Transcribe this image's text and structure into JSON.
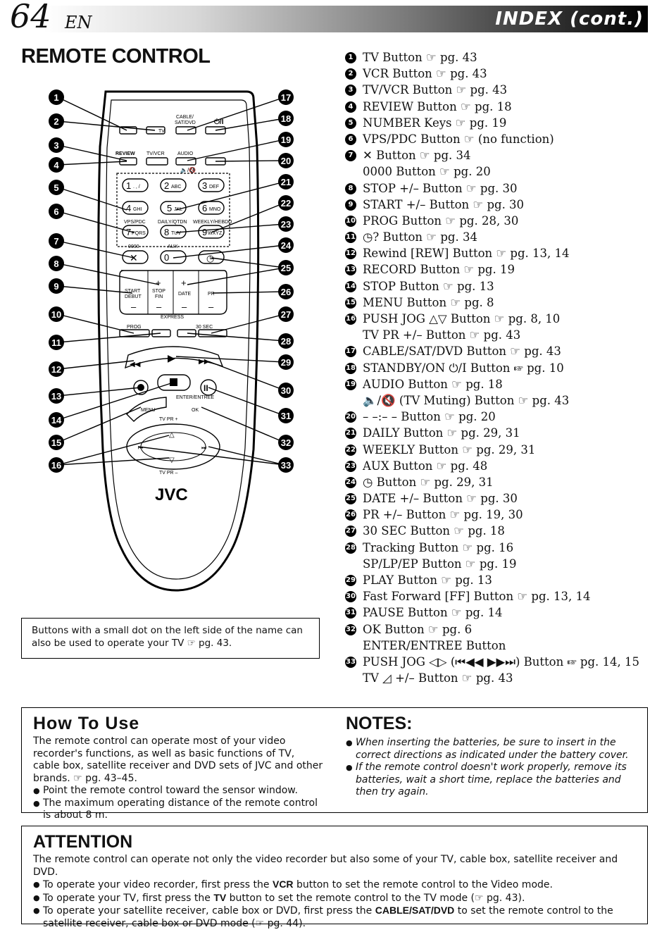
{
  "header": {
    "page_number": "64",
    "lang": "EN",
    "title": "INDEX (cont.)"
  },
  "section_title": "REMOTE CONTROL",
  "remote": {
    "brand": "JVC",
    "labels": {
      "tv": "TV",
      "cable": "CABLE/",
      "sat_dvd": "SAT/DVD",
      "review": "REVIEW",
      "tvvcr": "TV/VCR",
      "audio": "AUDIO",
      "vps": "VPS/PDC",
      "daily": "DAILY/QTDN",
      "weekly": "WEEKLY/HEBDO",
      "code": "0000",
      "aux": "AUX",
      "start": "START",
      "debut": "DEBUT",
      "stop": "STOP",
      "fin": "FIN",
      "date": "DATE",
      "pr": "PR",
      "express": "EXPRESS",
      "prog": "PROG",
      "sec30": "30 SEC",
      "menu": "MENU",
      "enter": "ENTER/ENTREE",
      "ok": "OK",
      "tvpr_plus": "TV PR +",
      "tvpr_minus": "TV PR –",
      "k1": "1",
      "k2": "2",
      "k3": "3",
      "k4": "4",
      "k5": "5",
      "k6": "6",
      "k7": "7",
      "k8": "8",
      "k9": "9",
      "k0": "0",
      "s1": ". , /",
      "s2": "ABC",
      "s3": "DEF",
      "s4": "GHI",
      "s5": "JKL",
      "s6": "MNO",
      "s7": "PQRS",
      "s8": "TUV",
      "s9": "WXYZ",
      "n3": "3",
      "n4": "4",
      "n1": "1"
    },
    "callouts_left": [
      "1",
      "2",
      "3",
      "4",
      "5",
      "6",
      "7",
      "8",
      "9",
      "10",
      "11",
      "12",
      "13",
      "14",
      "15",
      "16"
    ],
    "callouts_right": [
      "17",
      "18",
      "19",
      "20",
      "21",
      "22",
      "23",
      "24",
      "25",
      "26",
      "27",
      "28",
      "29",
      "30",
      "31",
      "32",
      "33"
    ]
  },
  "note_box": "Buttons with a small dot on the left side of the name can also be used to operate your TV ☞ pg. 43.",
  "index": [
    {
      "n": "1",
      "text": "TV Button ☞ pg. 43"
    },
    {
      "n": "2",
      "text": "VCR Button ☞ pg. 43"
    },
    {
      "n": "3",
      "text": "TV/VCR Button ☞ pg. 43"
    },
    {
      "n": "4",
      "text": "REVIEW Button ☞ pg. 18"
    },
    {
      "n": "5",
      "text": "NUMBER Keys ☞ pg. 19"
    },
    {
      "n": "6",
      "text": "VPS/PDC Button ☞ (no function)"
    },
    {
      "n": "7",
      "text": "✕ Button ☞ pg. 34"
    },
    {
      "n": "",
      "text": "0000 Button ☞ pg. 20"
    },
    {
      "n": "8",
      "text": "STOP +/– Button ☞ pg. 30"
    },
    {
      "n": "9",
      "text": "START +/– Button ☞ pg. 30"
    },
    {
      "n": "10",
      "text": "PROG Button ☞ pg. 28, 30"
    },
    {
      "n": "11",
      "text": "◷? Button ☞ pg. 34"
    },
    {
      "n": "12",
      "text": "Rewind [REW] Button ☞ pg. 13, 14"
    },
    {
      "n": "13",
      "text": "RECORD Button ☞ pg. 19"
    },
    {
      "n": "14",
      "text": "STOP Button ☞ pg. 13"
    },
    {
      "n": "15",
      "text": "MENU Button ☞ pg. 8"
    },
    {
      "n": "16",
      "text": "PUSH JOG △▽ Button ☞ pg. 8, 10"
    },
    {
      "n": "",
      "text": "TV PR +/– Button ☞ pg. 43"
    },
    {
      "n": "17",
      "text": "CABLE/SAT/DVD Button ☞ pg. 43"
    },
    {
      "n": "18",
      "text": "STANDBY/ON ⏻/I Button ☞ pg. 10"
    },
    {
      "n": "19",
      "text": "AUDIO Button ☞ pg. 18"
    },
    {
      "n": "",
      "text": "🔈/🔇 (TV Muting) Button ☞ pg. 43"
    },
    {
      "n": "20",
      "text": "– –:– – Button ☞ pg. 20"
    },
    {
      "n": "21",
      "text": "DAILY Button ☞ pg. 29, 31"
    },
    {
      "n": "22",
      "text": "WEEKLY Button ☞ pg. 29, 31"
    },
    {
      "n": "23",
      "text": "AUX Button ☞ pg. 48"
    },
    {
      "n": "24",
      "text": "◷ Button ☞ pg. 29, 31"
    },
    {
      "n": "25",
      "text": "DATE +/– Button ☞ pg. 30"
    },
    {
      "n": "26",
      "text": "PR +/– Button ☞ pg. 19, 30"
    },
    {
      "n": "27",
      "text": "30 SEC Button ☞ pg. 18"
    },
    {
      "n": "28",
      "text": "Tracking Button ☞ pg. 16"
    },
    {
      "n": "",
      "text": "SP/LP/EP Button ☞ pg. 19"
    },
    {
      "n": "29",
      "text": "PLAY Button ☞ pg. 13"
    },
    {
      "n": "30",
      "text": "Fast Forward [FF] Button ☞ pg. 13, 14"
    },
    {
      "n": "31",
      "text": "PAUSE Button ☞ pg. 14"
    },
    {
      "n": "32",
      "text": "OK Button ☞ pg. 6"
    },
    {
      "n": "",
      "text": "ENTER/ENTREE Button"
    },
    {
      "n": "33",
      "text": "PUSH JOG ◁▷ (⏮◀◀ ▶▶⏭) Button ☞ pg. 14, 15"
    },
    {
      "n": "",
      "text": "TV ◿ +/– Button ☞ pg. 43"
    }
  ],
  "how_to_use": {
    "title": "How To Use",
    "intro": "The remote control can operate most of your video recorder's functions, as well as basic functions of TV, cable box, satellite receiver and DVD sets of JVC and other brands. ☞ pg. 43–45.",
    "bullets": [
      "Point the remote control toward the sensor window.",
      "The maximum operating distance of the remote control is about 8 m."
    ]
  },
  "notes": {
    "title": "NOTES:",
    "bullets": [
      "When inserting the batteries, be sure to insert in the correct directions as indicated under the battery cover.",
      "If the remote control doesn't work properly, remove its batteries, wait a short time, replace the batteries and then try again."
    ]
  },
  "attention": {
    "title": "ATTENTION",
    "intro": "The remote control can operate not only the video recorder but also some of your TV, cable box, satellite receiver and DVD.",
    "b1_pre": "To operate your video recorder, first press the ",
    "b1_key": "VCR",
    "b1_post": " button to set the remote control to the Video mode.",
    "b2_pre": "To operate your TV, first press the ",
    "b2_key": "TV",
    "b2_post": " button to set the remote control to the TV mode (☞ pg. 43).",
    "b3_pre": "To operate your satellite receiver, cable box or DVD, first press the ",
    "b3_key": "CABLE/SAT/DVD",
    "b3_post": " to set the remote control to the satellite receiver, cable box or DVD mode (☞ pg. 44)."
  }
}
